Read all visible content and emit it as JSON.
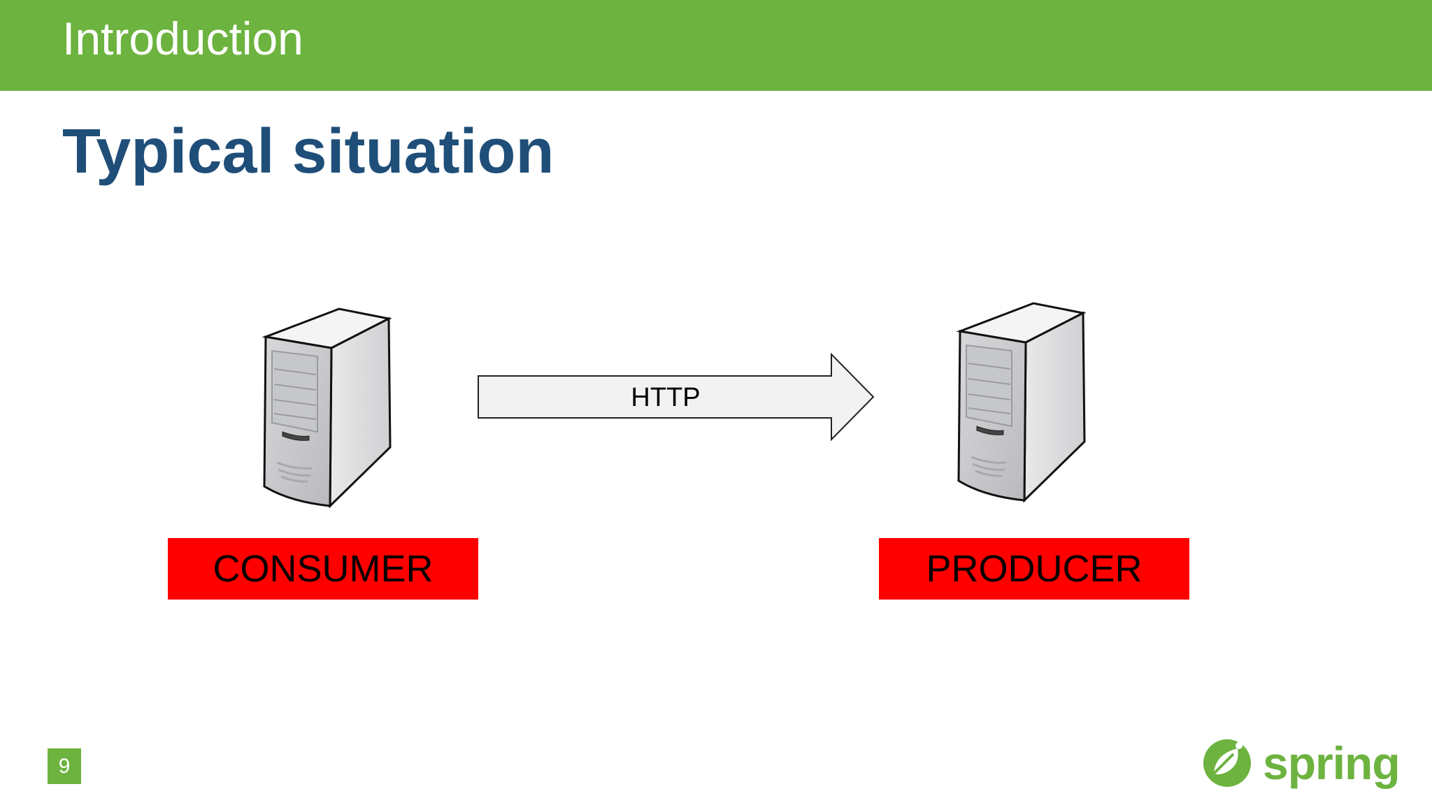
{
  "header": {
    "section_title": "Introduction"
  },
  "slide": {
    "title": "Typical situation",
    "page_number": "9"
  },
  "diagram": {
    "consumer": {
      "label": "CONSUMER",
      "icon": "server-icon"
    },
    "producer": {
      "label": "PRODUCER",
      "icon": "server-icon"
    },
    "connection": {
      "label": "HTTP",
      "direction": "consumer-to-producer"
    }
  },
  "branding": {
    "logo_text": "spring",
    "logo_icon": "spring-leaf-icon"
  },
  "colors": {
    "brand_green": "#6db33f",
    "title_blue": "#1f4e79",
    "label_red": "#ff0000"
  }
}
